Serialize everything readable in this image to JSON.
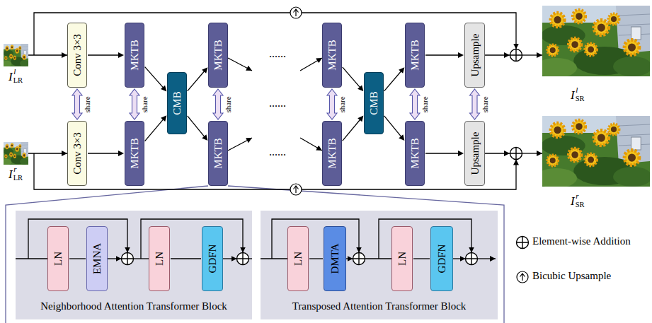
{
  "diagram": {
    "nodes": [
      {
        "text": [
          "Conv 3×3"
        ]
      },
      {
        "text": [
          "Conv 3×3"
        ]
      },
      {
        "text": [
          "MKTB"
        ]
      },
      {
        "text": [
          "MKTB"
        ]
      },
      {
        "text": [
          "CMB"
        ]
      },
      {
        "text": [
          "MKTB"
        ]
      },
      {
        "text": [
          "MKTB"
        ]
      },
      {
        "text": [
          "MKTB"
        ]
      },
      {
        "text": [
          "MKTB"
        ]
      },
      {
        "text": [
          "CMB"
        ]
      },
      {
        "text": [
          "MKTB"
        ]
      },
      {
        "text": [
          "MKTB"
        ]
      },
      {
        "text": [
          "Upsample"
        ]
      },
      {
        "text": [
          "Upsample"
        ]
      },
      {
        "text": [
          "Neighborhood Attention Transformer Block"
        ]
      },
      {
        "text": [
          "LN"
        ],
        "in": 14
      },
      {
        "text": [
          "EMNA"
        ],
        "in": 14
      },
      {
        "text": [
          "LN"
        ],
        "in": 14
      },
      {
        "text": [
          "GDFN"
        ],
        "in": 14
      },
      {
        "text": [
          "Transposed Attention Transformer Block"
        ]
      },
      {
        "text": [
          "LN"
        ],
        "in": 19
      },
      {
        "text": [
          "DMTA"
        ],
        "in": 19
      },
      {
        "text": [
          "LN"
        ],
        "in": 19
      },
      {
        "text": [
          "GDFN"
        ],
        "in": 19
      }
    ],
    "edges": [
      {
        "from": 0,
        "to": 2,
        "arrow": "to"
      },
      {
        "from": 1,
        "to": 3,
        "arrow": "to"
      },
      {
        "from": 0,
        "to": 1,
        "label": "share",
        "arrow": "both"
      },
      {
        "from": 2,
        "to": 3,
        "label": "share",
        "arrow": "both"
      },
      {
        "from": 2,
        "to": 4,
        "arrow": "to"
      },
      {
        "from": 3,
        "to": 4,
        "arrow": "to"
      },
      {
        "from": 4,
        "to": 5,
        "arrow": "to"
      },
      {
        "from": 4,
        "to": 6,
        "arrow": "to"
      },
      {
        "from": 5,
        "to": 6,
        "label": "share",
        "arrow": "both"
      },
      {
        "from": 7,
        "to": 8,
        "label": "share",
        "arrow": "both"
      },
      {
        "from": 7,
        "to": 9,
        "arrow": "to"
      },
      {
        "from": 8,
        "to": 9,
        "arrow": "to"
      },
      {
        "from": 9,
        "to": 10,
        "arrow": "to"
      },
      {
        "from": 9,
        "to": 11,
        "arrow": "to"
      },
      {
        "from": 10,
        "to": 11,
        "label": "share",
        "arrow": "both"
      },
      {
        "from": 10,
        "to": 12,
        "arrow": "to"
      },
      {
        "from": 11,
        "to": 13,
        "arrow": "to"
      },
      {
        "from": 12,
        "to": 13,
        "label": "share",
        "arrow": "both"
      },
      {
        "from": 15,
        "to": 16,
        "arrow": "none"
      },
      {
        "from": 17,
        "to": 18,
        "arrow": "none"
      },
      {
        "from": 20,
        "to": 21,
        "arrow": "none"
      },
      {
        "from": 22,
        "to": 23,
        "arrow": "none"
      }
    ],
    "labels": [
      "I",
      "LR",
      "l",
      "I",
      "LR",
      "r",
      "I",
      "SR",
      "l",
      "I",
      "SR",
      "r",
      "......",
      "......",
      "......"
    ],
    "legend": [
      {
        "text": "Element-wise Addition"
      },
      {
        "text": "Bicubic Upsample"
      }
    ]
  }
}
